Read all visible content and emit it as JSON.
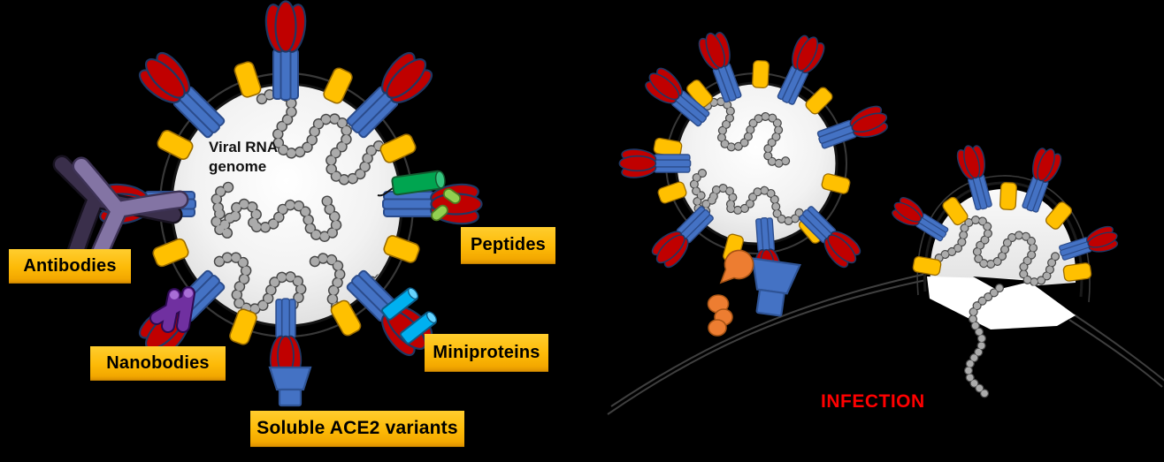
{
  "labels": {
    "viral_rna_genome": "Viral RNA\ngenome",
    "antibodies": "Antibodies",
    "nanobodies": "Nanobodies",
    "peptides": "Peptides",
    "miniproteins": "Miniproteins",
    "soluble_ace2": "Soluble ACE2 variants",
    "infection": "INFECTION"
  },
  "colors": {
    "background": "#000000",
    "spike_head": "#C00000",
    "spike_head_outline": "#1F3864",
    "spike_stem": "#4472C4",
    "membrane_protein": "#FFC000",
    "virion_body": "#F2F2F2",
    "rna_bead": "#ABABAB",
    "label_box_top": "#FFCD2E",
    "label_box_bottom": "#DE9200",
    "label_text": "#000000",
    "infection_text": "#FF0000",
    "antibody_light": "#8374A4",
    "antibody_dark": "#3A2F4B",
    "nanobody": "#7030A0",
    "peptide_main": "#00A550",
    "peptide_small": "#92D050",
    "miniprotein": "#00B0F0",
    "soluble_ace2_blue": "#4472C4",
    "ace2_receptor_orange": "#ED7D31",
    "cell_membrane": "#3F3F3F"
  },
  "icons": [
    "antibody-icon",
    "nanobody-icon",
    "peptide-icon",
    "miniprotein-icon",
    "soluble-ace2-icon",
    "ace2-receptor-icon",
    "spike-protein-icon",
    "membrane-protein-icon",
    "viral-rna-icon",
    "cell-membrane-icon"
  ]
}
